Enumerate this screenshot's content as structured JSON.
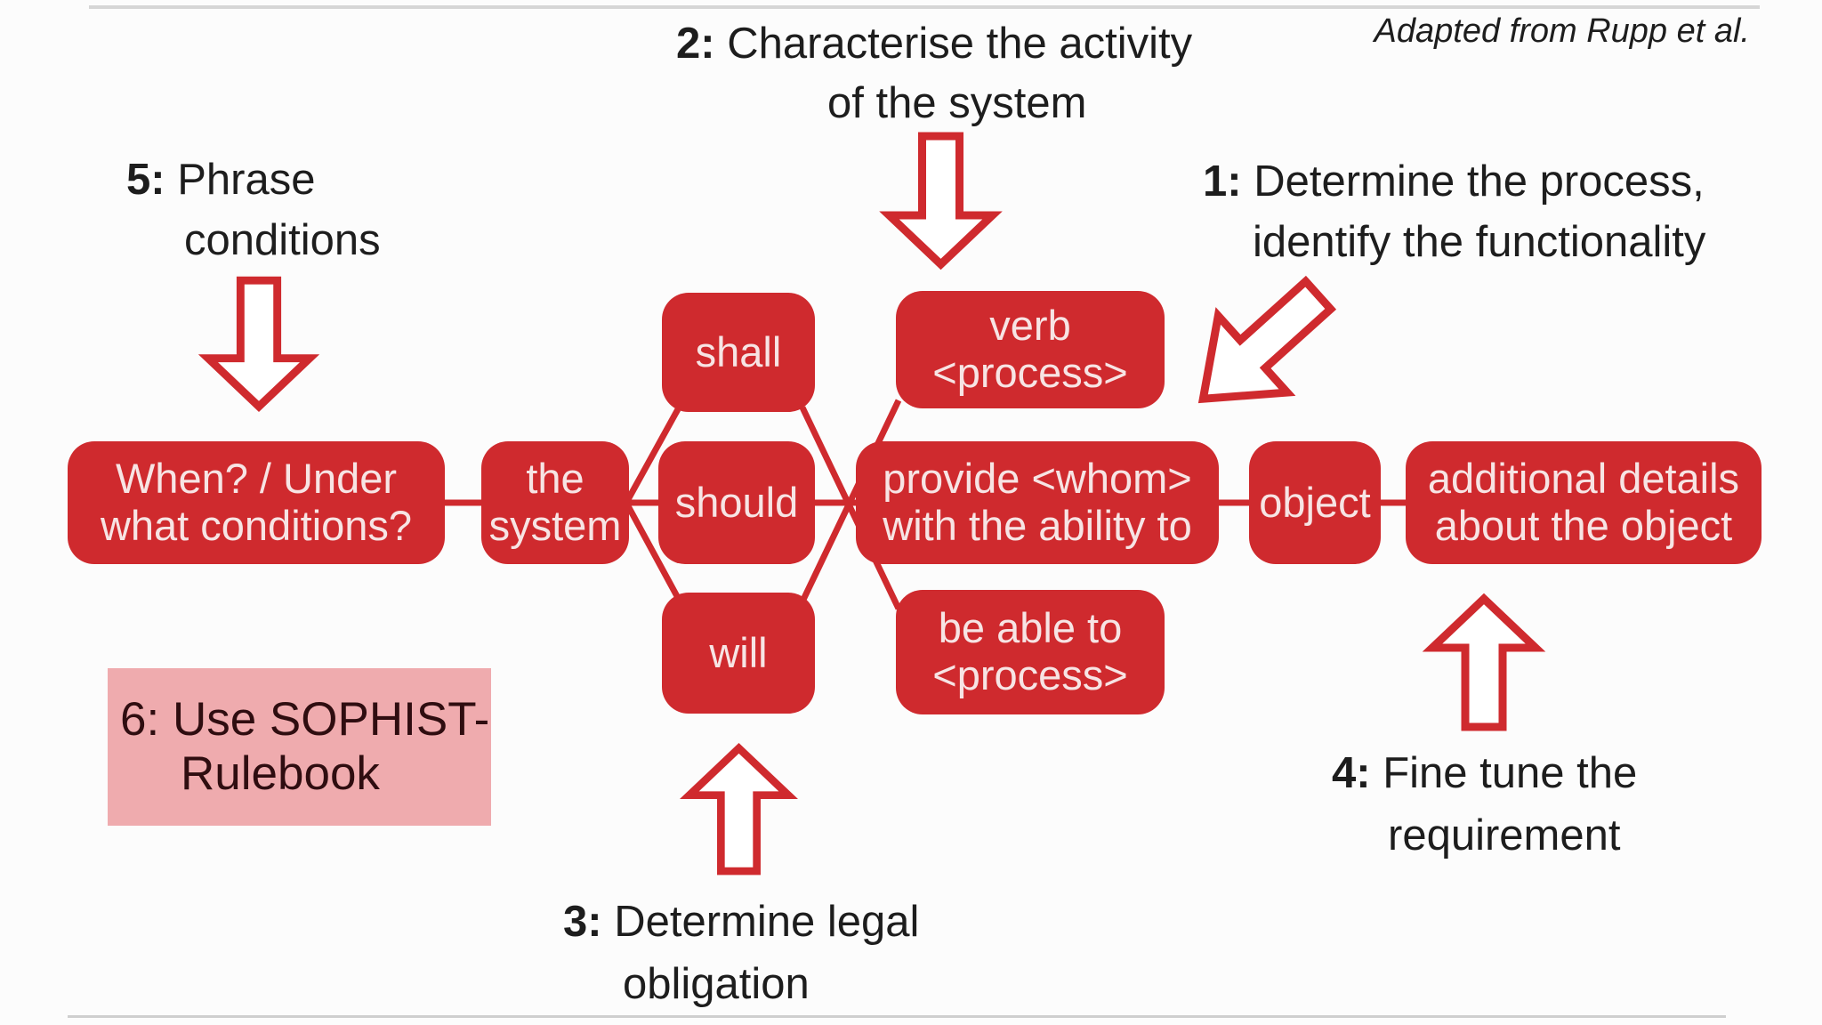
{
  "credit": "Adapted from Rupp et al.",
  "colors": {
    "box_red": "#cf2a2e",
    "box_text": "#f7e4e4",
    "pink_box": "#efabae",
    "pink_text": "#2f0d10",
    "annotation": "#1d1d1d",
    "background": "#fcfcfc"
  },
  "notes": {
    "n1": {
      "num": "1:",
      "line1": "Determine the process,",
      "line2": "identify the functionality"
    },
    "n2": {
      "num": "2:",
      "line1": "Characterise the activity",
      "line2": "of the system"
    },
    "n3": {
      "num": "3:",
      "line1": "Determine legal",
      "line2": "obligation"
    },
    "n4": {
      "num": "4:",
      "line1": "Fine tune the",
      "line2": "requirement"
    },
    "n5": {
      "num": "5:",
      "line1": "Phrase",
      "line2": "conditions"
    },
    "n6": {
      "num": "6:",
      "line1": "Use SOPHIST-",
      "line2": "Rulebook"
    }
  },
  "boxes": {
    "condition": {
      "line1": "When? / Under",
      "line2": "what conditions?"
    },
    "system": {
      "line1": "the",
      "line2": "system"
    },
    "shall": {
      "label": "shall"
    },
    "should": {
      "label": "should"
    },
    "will": {
      "label": "will"
    },
    "verb": {
      "line1": "verb",
      "line2": "<process>"
    },
    "provide": {
      "line1": "provide <whom>",
      "line2": "with the ability to"
    },
    "beable": {
      "line1": "be able to",
      "line2": "<process>"
    },
    "object": {
      "label": "object"
    },
    "details": {
      "line1": "additional details",
      "line2": "about the object"
    }
  }
}
